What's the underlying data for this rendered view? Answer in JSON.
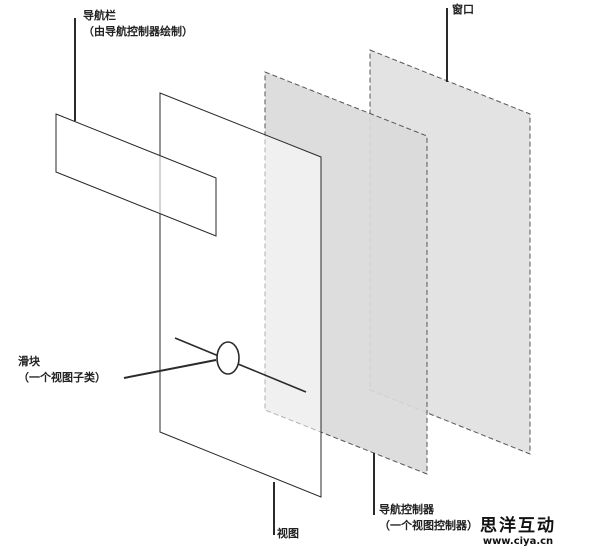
{
  "labels": {
    "nav_bar_line1": "导航栏",
    "nav_bar_line2": "（由导航控制器绘制）",
    "window": "窗口",
    "slider_line1": "滑块",
    "slider_line2": "（一个视图子类）",
    "view": "视图",
    "nav_controller_line1": "导航控制器",
    "nav_controller_line2": "（一个视图控制器）"
  },
  "watermark": {
    "name": "思洋互动",
    "url": "www.ciya.cn"
  },
  "colors": {
    "stroke": "#2a2a2a",
    "dashed_stroke": "#555555",
    "window_fill": "#e3e3e3",
    "controller_fill": "#dcdcdc",
    "view_fill": "#ffffff"
  }
}
